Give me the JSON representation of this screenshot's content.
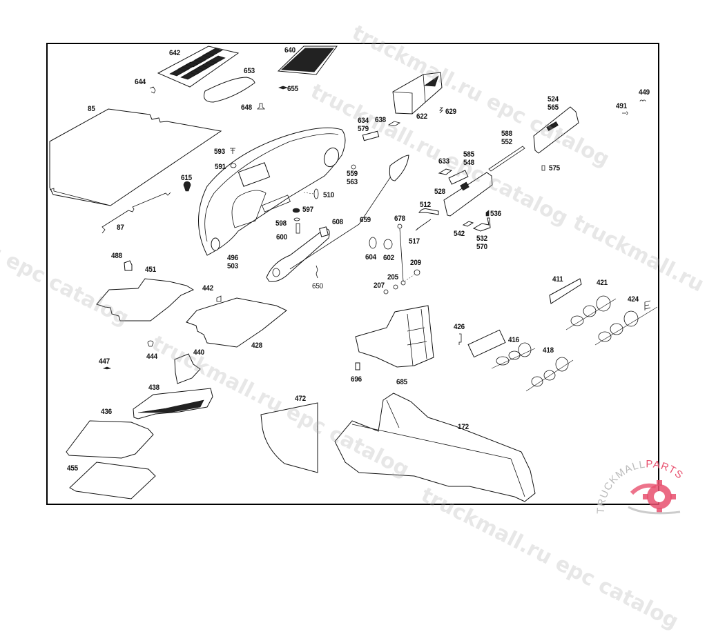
{
  "diagram": {
    "title": "Mercedes-Benz interior parts exploded view (dashboard, console, floor coverings, emblems)",
    "callouts": {
      "p642": "642",
      "p640": "640",
      "p653": "653",
      "p655": "655",
      "p644": "644",
      "p648": "648",
      "p85": "85",
      "p622": "622",
      "p629": "629",
      "p634_579": "634\n579",
      "p638": "638",
      "p588_552": "588\n552",
      "p524_565": "524\n565",
      "p491": "491",
      "p449": "449",
      "p593": "593",
      "p591": "591",
      "p615": "615",
      "p87": "87",
      "p559_563": "559\n563",
      "p633": "633",
      "p585_548": "585\n548",
      "p575": "575",
      "p510": "510",
      "p528": "528",
      "p597": "597",
      "p512": "512",
      "p536": "536",
      "p598": "598",
      "p608": "608",
      "p659": "659",
      "p678": "678",
      "p600": "600",
      "p517": "517",
      "p542": "542",
      "p532_570": "532\n570",
      "p496_503": "496\n503",
      "p604": "604",
      "p602": "602",
      "p488": "488",
      "p209": "209",
      "p451": "451",
      "p205": "205",
      "p650": "650",
      "p207": "207",
      "p411": "411",
      "p421": "421",
      "p424": "424",
      "p442": "442",
      "p426": "426",
      "p416": "416",
      "p428": "428",
      "p418": "418",
      "p444": "444",
      "p440": "440",
      "p447": "447",
      "p696": "696",
      "p685": "685",
      "p438": "438",
      "p472": "472",
      "p172": "172",
      "p436": "436",
      "p455": "455"
    }
  },
  "watermarks": [
    "truckmall.ru epc catalog",
    "truckmall.ru epc catalog",
    "truckmall.ru epc catalog",
    "truckmall.ru epc catalog",
    "u epc catalog",
    "truckmall.ru e"
  ],
  "logo": {
    "text_left": "TRUCKMALL",
    "text_right": "PARTS",
    "accent_color": "#e8506e"
  }
}
